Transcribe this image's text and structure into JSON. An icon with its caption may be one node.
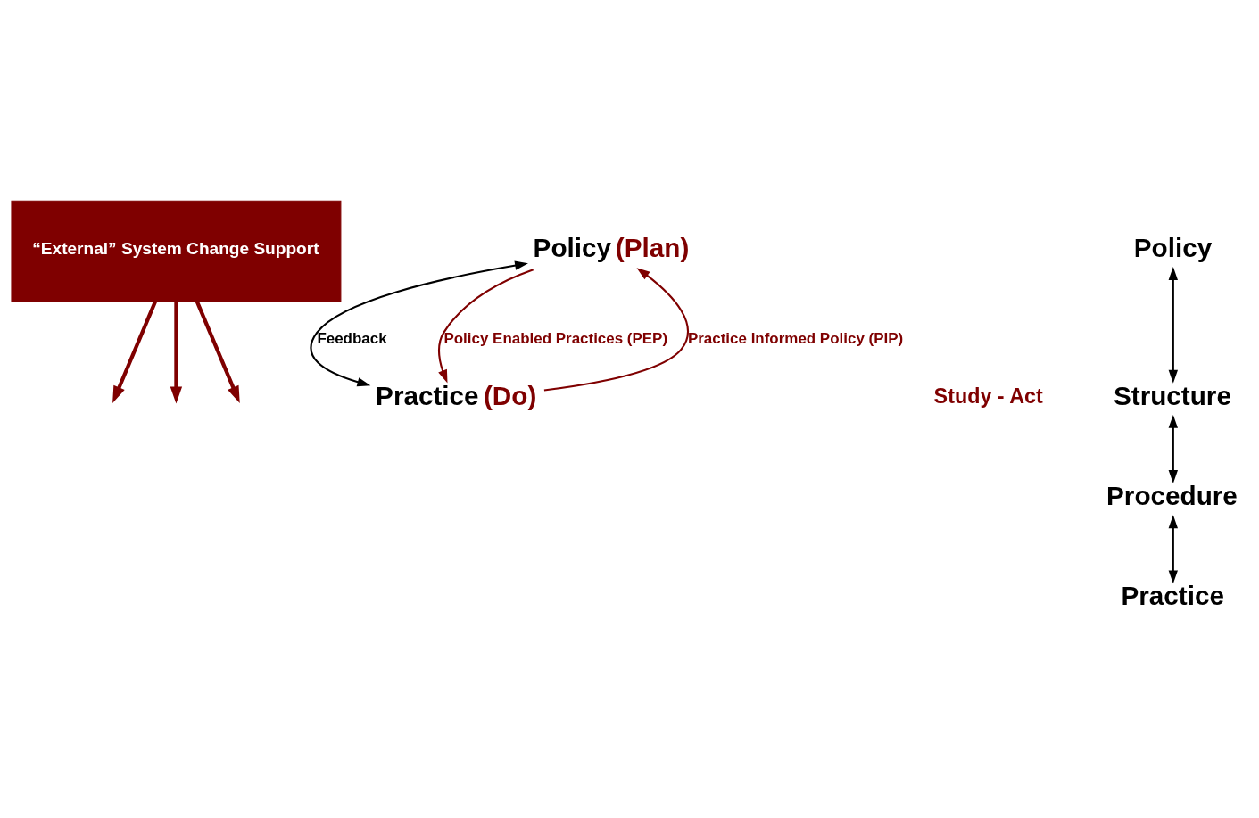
{
  "diagram": {
    "nodes": [
      {
        "text": [
          "“External” System Change Support"
        ]
      },
      {
        "text": [
          "Policy",
          "(Plan)"
        ]
      },
      {
        "text": [
          "Practice",
          "(Do)"
        ]
      },
      {
        "text": [
          "Policy"
        ]
      },
      {
        "text": [
          "Structure"
        ]
      },
      {
        "text": [
          "Procedure"
        ]
      },
      {
        "text": [
          "Practice"
        ]
      }
    ],
    "edges": [
      {
        "from": 0,
        "to": null,
        "arrow": "to",
        "color": "#7f0000",
        "style": "thick"
      },
      {
        "from": 0,
        "to": null,
        "arrow": "to",
        "color": "#7f0000",
        "style": "thick"
      },
      {
        "from": 0,
        "to": null,
        "arrow": "to",
        "color": "#7f0000",
        "style": "thick"
      },
      {
        "from": 2,
        "to": 1,
        "arrow": "to",
        "label": "Practice Informed Policy (PIP)",
        "color": "#7f0000"
      },
      {
        "from": 1,
        "to": 2,
        "arrow": "both",
        "label": "Feedback",
        "color": "#000000"
      },
      {
        "from": 1,
        "to": 2,
        "arrow": "to",
        "label": "Policy Enabled Practices (PEP)",
        "color": "#7f0000"
      },
      {
        "from": 3,
        "to": 4,
        "arrow": "both",
        "color": "#000000"
      },
      {
        "from": 4,
        "to": 5,
        "arrow": "both",
        "color": "#000000"
      },
      {
        "from": 5,
        "to": 6,
        "arrow": "both",
        "color": "#000000"
      }
    ],
    "labels": [
      "Study - Act"
    ]
  }
}
